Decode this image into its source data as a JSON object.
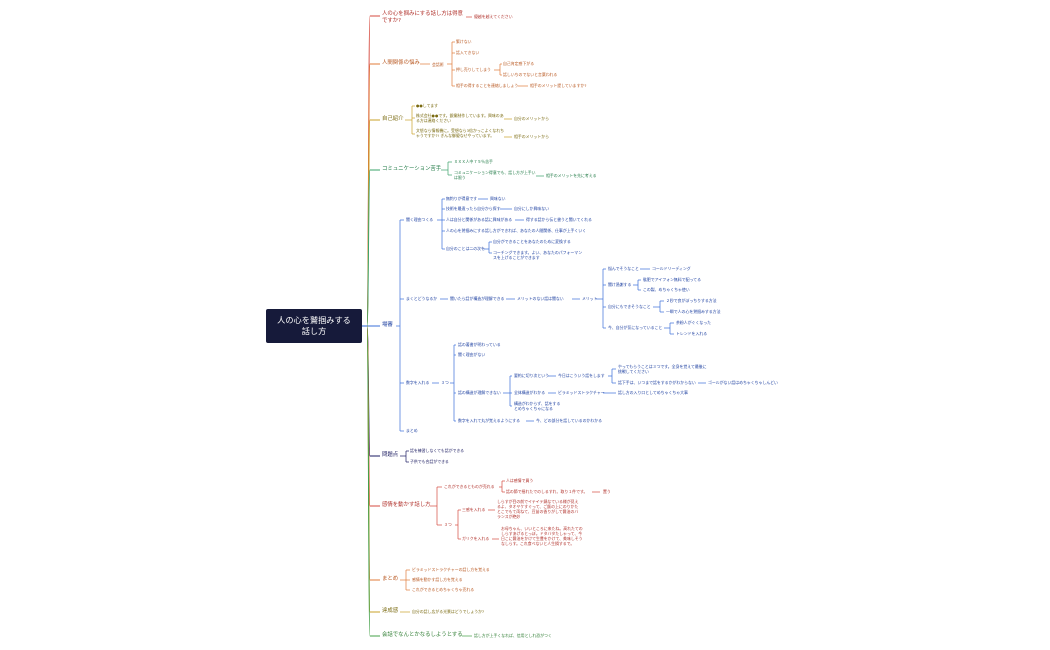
{
  "root": {
    "line1": "人の心を鷲掴みする",
    "line2": "話し方"
  },
  "colors": {
    "red": "#d64a3f",
    "orange": "#e07b39",
    "olive": "#c9a227",
    "green": "#3aa36a",
    "blue": "#3a6fd8",
    "navy": "#1a1a60",
    "dgreen": "#43a047",
    "purple": "#8e5bb5"
  },
  "branches": {
    "b1": {
      "title": "人の心を掴みにする話し方は得意ですか?",
      "child": "優越を越えてください"
    },
    "b2": {
      "title": "人間関係の悩み",
      "mid": "会話術",
      "items": [
        "緊けない",
        "話入てきない",
        "押し売りしてしまう",
        "相手の得することを連絡しましょう"
      ],
      "sub": [
        "自己肯定感下がる",
        "話しいちのでないと言葉われる"
      ],
      "tail": "相手のメリット提していますか?"
    },
    "b3": {
      "title": "自己紹介",
      "items": [
        "●●してます",
        "株式会社●●です。銀業制作しています。興味のある方は連絡ください",
        "文怒なら情報機に。受想なら3倍かっこよくなれちゃうですか?! ぎんな御優なせやっています。"
      ],
      "side": [
        "自分のメリットから",
        "相手のメリットから"
      ]
    },
    "b4": {
      "title": "コミュニケーション苦手",
      "items": [
        "ＸＸＸ人中７５％苦手",
        "コミュニケーション得意でも、話し方が上手いは限う"
      ],
      "side": "相手のメリットを先に考える"
    },
    "b5": {
      "title": "場審",
      "g1": {
        "label": "聞く理由つくる",
        "items": [
          "無釣りが得意です",
          "技術を最遺ったら自分から探す",
          "人は自分と関係がある話に興味がある",
          "人の心を鷲掴みにする話し方ができれば、あなたの人間関係、仕事が上手くいく",
          "自分のことは二の次を"
        ],
        "side1": "興味ない",
        "side2": "自分にしか興味ない",
        "side3": "得する話から伝と書うと聞いてくれる",
        "sub": [
          "自分ができることをあなたのために変換する",
          "コーチングできます。よい、あなたのパフォーマンスを上げることができます"
        ]
      },
      "g2": {
        "label": "まくとどうなるか",
        "chain": [
          "聞いたら話が構造が理解できる",
          "メリットのない話は聞ない",
          "メリット"
        ],
        "a": [
          "悩んでそうなこと",
          "コールドリーディング"
        ],
        "b": "聞け過謝する",
        "b_items": [
          "駄肥でアイフォン無料で配ってる",
          "この製、めちゃくちゃ使い"
        ],
        "c": "自分にもできそうなこと",
        "c_items": [
          "２秒で良がぽっちりする方法",
          "一瞬で人の心を鷲掴みする方法"
        ],
        "d": "今、自分が気になっていること",
        "d_items": [
          "茶粉人がぐくなった",
          "トレンドを入れる"
        ]
      },
      "g3": {
        "label": "数字を入れる",
        "num": "３つ",
        "items": [
          "話の著書が明わっている",
          "聞く理由がない",
          "話の構造が理解できない",
          "数字を入れて丸が覚えるようにする"
        ],
        "sub1": [
          "要約に切り次という",
          "全体構造がわかる",
          "構造がわからず、話をするとめちゃくちゃになる"
        ],
        "sub1_side": [
          "今日はこういう話をします",
          "ピラミッドストラクチャー",
          "話し方の入り口としてめちゃくちゃ大事"
        ],
        "right": [
          "やってもらうことは３つです。全身を覚えて最後に挑戦してください",
          "話下手は、いつまで話をするかがわからない",
          "ゴールがない話はめちゃくちゃしんどい"
        ],
        "tail": "今、どの部分を話しているのかわかる"
      },
      "g4": {
        "label": "まとめ"
      }
    },
    "b6": {
      "title": "問題点",
      "items": [
        "話を練習しなくても話ができる",
        "子供でも合話ができる"
      ]
    },
    "b7": {
      "title": "感情を動かす話し方",
      "top": "これができるとものが売れる",
      "top_items": [
        "人は感情で買う",
        "話の節で揺れたでのしるすれ、取り１件です。"
      ],
      "top_side": "置う",
      "num": "３つ",
      "s1": "三感を入れる",
      "s1_text": "しらすが目の前でイテイテ鍋なている様が見えるよ、タオヤケすぐって、ご飯の上にのりかたとこでもて両ねて、豆苗の香りがして醤油のバランスが絶妙",
      "s2": "ガリクを入れる",
      "s2_text": "お母ちゃん、いいところに来たね。高れたてのしらすあげるとっぽ。ドタバタたしゃって、今日こに醤油をかけて生豊をかけて、美味しそうなしらす。これ食べないと人生損するで。"
    },
    "b8": {
      "title": "まとめ",
      "items": [
        "ピラミッドストラクチャーの話し方を覚える",
        "感情を動かす話し方を覚える",
        "これができるとめちゃくちゃ売れる"
      ]
    },
    "b9": {
      "title": "達成感",
      "child": "自分の話し広がる光景はどうでしょうか?"
    },
    "b10": {
      "title": "会話でなんとかなるしようとする",
      "child": "話し方が上手くなれば、信用としれ恐がつく"
    }
  }
}
